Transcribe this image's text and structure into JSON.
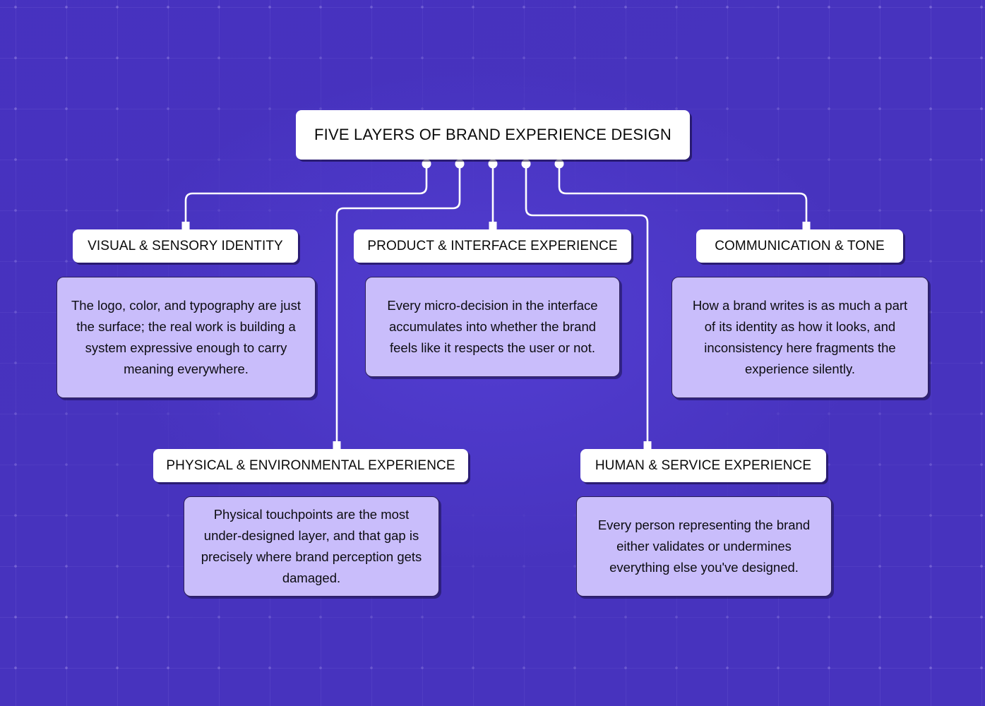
{
  "diagram": {
    "title": "FIVE LAYERS OF BRAND EXPERIENCE DESIGN",
    "nodes": [
      {
        "id": "visual",
        "label": "VISUAL & SENSORY IDENTITY",
        "description": "The logo, color, and typography are just the surface; the real work is building a system expressive enough to carry meaning everywhere."
      },
      {
        "id": "product",
        "label": "PRODUCT & INTERFACE EXPERIENCE",
        "description": "Every micro-decision in the interface accumulates into whether the brand feels like it respects the user or not."
      },
      {
        "id": "communication",
        "label": "COMMUNICATION & TONE",
        "description": "How a brand writes is as much a part of its identity as how it looks, and inconsistency here fragments the experience silently."
      },
      {
        "id": "physical",
        "label": "PHYSICAL & ENVIRONMENTAL EXPERIENCE",
        "description": "Physical touchpoints are the most under-designed layer, and that gap is precisely where brand perception gets damaged."
      },
      {
        "id": "human",
        "label": "HUMAN & SERVICE EXPERIENCE",
        "description": "Every person representing the brand either validates or undermines everything else you've designed."
      }
    ],
    "colors": {
      "background": "#4733be",
      "node_fill": "#ffffff",
      "node_text": "#0a0a0a",
      "description_fill": "#c9bdfb",
      "description_border": "#2c2059",
      "connector": "#ffffff"
    }
  }
}
